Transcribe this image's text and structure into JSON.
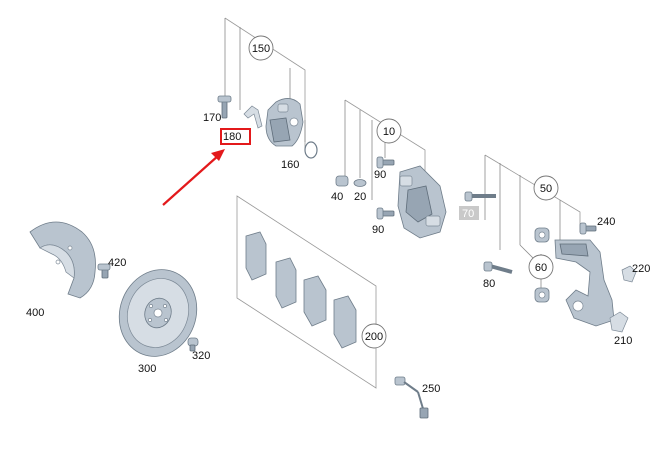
{
  "labels": {
    "p10": "10",
    "p20": "20",
    "p40": "40",
    "p50": "50",
    "p60": "60",
    "p70": "70",
    "p80": "80",
    "p90a": "90",
    "p90b": "90",
    "p150": "150",
    "p160": "160",
    "p170": "170",
    "p180": "180",
    "p200": "200",
    "p210": "210",
    "p220": "220",
    "p240": "240",
    "p250": "250",
    "p300": "300",
    "p320": "320",
    "p400": "400",
    "p420": "420"
  },
  "colors": {
    "highlight": "#e3191b",
    "part_fill": "#b9c4cf",
    "tag_bg": "#c9c9c9"
  },
  "highlighted_part": "180"
}
